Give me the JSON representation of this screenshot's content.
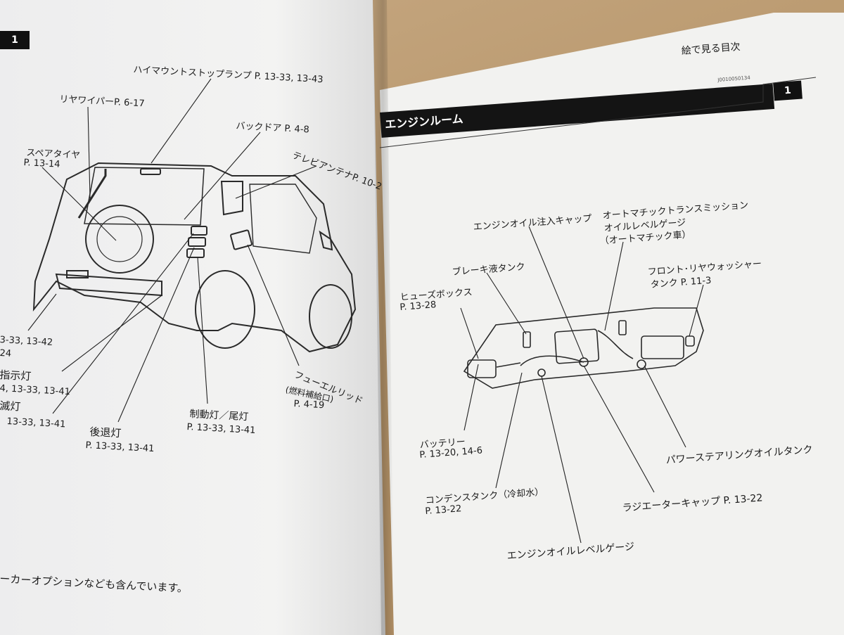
{
  "left_page": {
    "page_tab": "1",
    "labels": {
      "high_mount_stop_lamp": "ハイマウントストップランプ P. 13-33, 13-43",
      "rear_wiper": "リヤワイパーP. 6-17",
      "back_door": "バックドア P. 4-8",
      "spare_tire": "スペアタイヤ",
      "spare_tire_ref": "P. 13-14",
      "tv_antenna": "テレビアンテナP. 10-2",
      "license_ref": "3-33, 13-42",
      "license_ref2": "24",
      "turn_signal": "指示灯",
      "turn_signal_ref": "4, 13-33, 13-41",
      "hazard": "滅灯",
      "hazard_ref": "13-33, 13-41",
      "reverse_lamp": "後退灯",
      "reverse_lamp_ref": "P. 13-33, 13-41",
      "brake_tail_lamp": "制動灯／尾灯",
      "brake_tail_lamp_ref": "P. 13-33, 13-41",
      "fuel_lid": "フューエルリッド",
      "fuel_lid_sub": "(燃料補給口)",
      "fuel_lid_ref": "P. 4-19",
      "footer_note": "ーカーオプションなども含んでいます。"
    }
  },
  "right_page": {
    "header": "絵で見る目次",
    "doc_code": "J0010050134",
    "page_tab": "1",
    "section_title": "エンジンルーム",
    "labels": {
      "oil_filler_cap": "エンジンオイル注入キャップ",
      "at_gauge_1": "オートマチックトランスミッション",
      "at_gauge_2": "オイルレベルゲージ",
      "at_gauge_3": "（オートマチック車）",
      "brake_fluid": "ブレーキ液タンク",
      "washer_tank": "フロント･リヤウォッシャー",
      "washer_tank_ref": "タンク P. 11-3",
      "fuse_box": "ヒューズボックス",
      "fuse_box_ref": "P. 13-28",
      "battery": "バッテリー",
      "battery_ref": "P. 13-20, 14-6",
      "power_steering": "パワーステアリングオイルタンク",
      "condenser_tank": "コンデンスタンク（冷却水）",
      "condenser_tank_ref": "P. 13-22",
      "radiator_cap": "ラジエーターキャップ P. 13-22",
      "oil_level_gauge": "エンジンオイルレベルゲージ"
    }
  }
}
